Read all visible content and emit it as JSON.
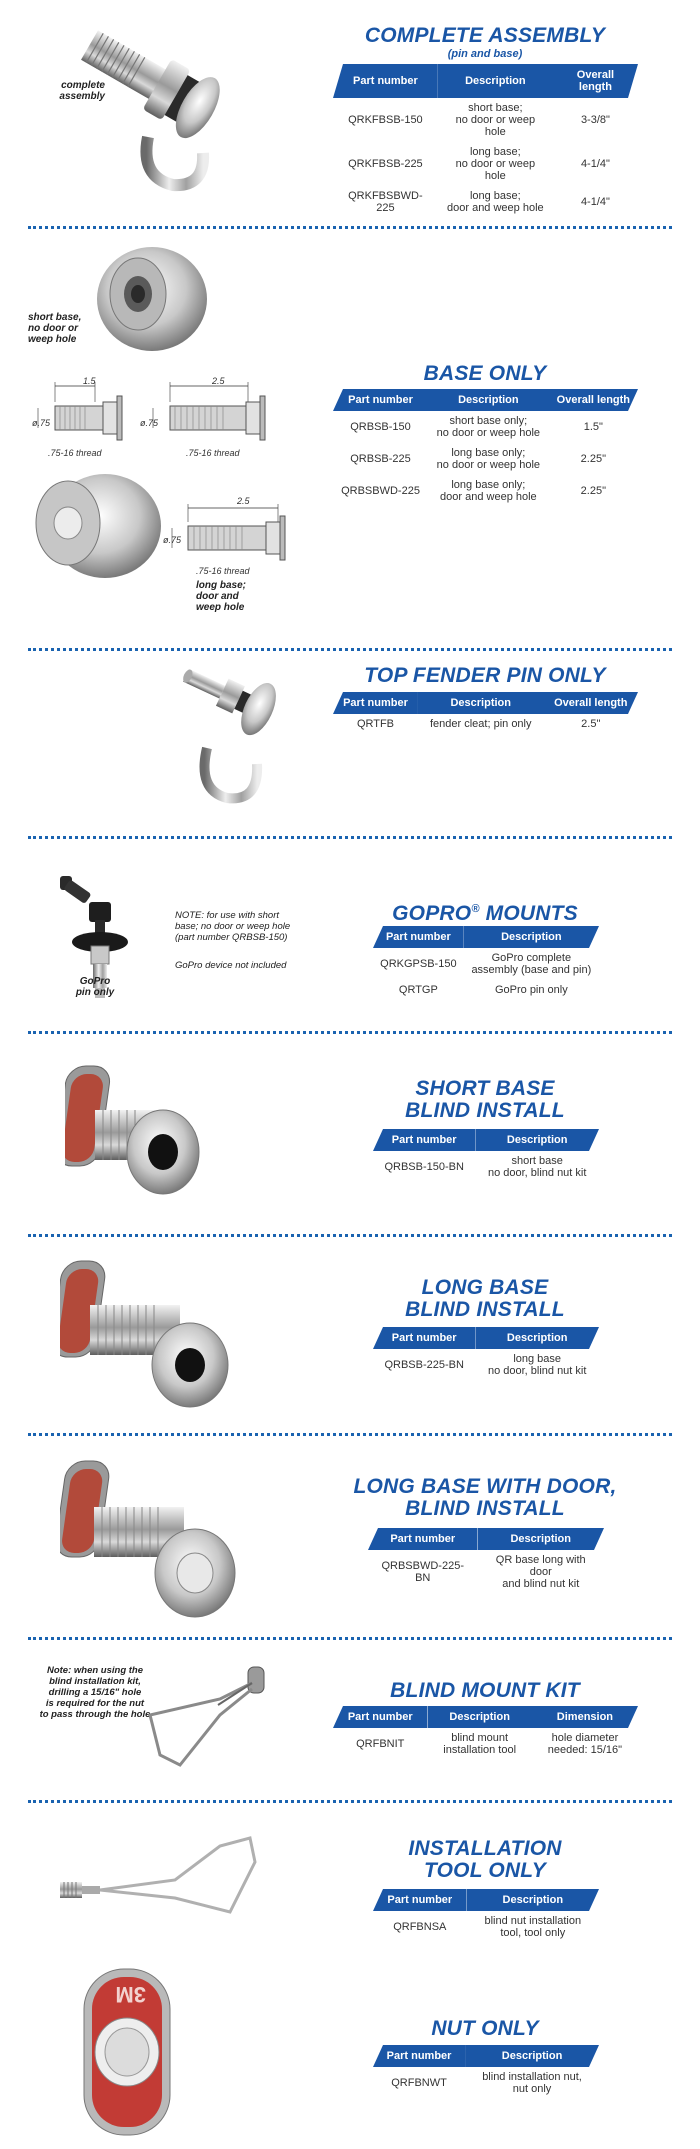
{
  "colors": {
    "accent": "#1a56a6",
    "divider": "#1a63b0"
  },
  "sections": {
    "complete": {
      "title": "COMPLETE ASSEMBLY",
      "subtitle": "(pin and base)",
      "caption": "complete\nassembly",
      "headers": [
        "Part number",
        "Description",
        "Overall length"
      ],
      "rows": [
        [
          "QRKFBSB-150",
          "short base;\nno door or weep hole",
          "3-3/8\""
        ],
        [
          "QRKFBSB-225",
          "long base;\nno door or weep hole",
          "4-1/4\""
        ],
        [
          "QRKFBSBWD-225",
          "long base;\ndoor and weep hole",
          "4-1/4\""
        ]
      ]
    },
    "base": {
      "title": "BASE ONLY",
      "caption_short": "short base,\nno door or\nweep hole",
      "caption_long": "long base;\ndoor and\nweep hole",
      "dims": {
        "len_short": "1.5",
        "len_long": "2.5",
        "dia": "ø.75",
        "thread": ".75-16 thread"
      },
      "headers": [
        "Part number",
        "Description",
        "Overall length"
      ],
      "rows": [
        [
          "QRBSB-150",
          "short base only;\nno door or weep hole",
          "1.5\""
        ],
        [
          "QRBSB-225",
          "long base only;\nno door or weep hole",
          "2.25\""
        ],
        [
          "QRBSBWD-225",
          "long base only;\ndoor and weep hole",
          "2.25\""
        ]
      ]
    },
    "fender": {
      "title": "TOP FENDER PIN ONLY",
      "headers": [
        "Part number",
        "Description",
        "Overall length"
      ],
      "rows": [
        [
          "QRTFB",
          "fender cleat; pin only",
          "2.5\""
        ]
      ]
    },
    "gopro": {
      "title": "GoPro",
      "title_suffix": " MOUNTS",
      "reg": "®",
      "caption": "GoPro\npin only",
      "note": "NOTE: for use with short\nbase; no door or weep hole\n(part number QRBSB-150)",
      "note2": "GoPro device not included",
      "headers": [
        "Part number",
        "Description"
      ],
      "rows": [
        [
          "QRKGPSB-150",
          "GoPro complete\nassembly (base and pin)"
        ],
        [
          "QRTGP",
          "GoPro pin only"
        ]
      ]
    },
    "short_blind": {
      "title": "SHORT BASE\nBLIND INSTALL",
      "headers": [
        "Part number",
        "Description"
      ],
      "rows": [
        [
          "QRBSB-150-BN",
          "short base\nno door, blind nut kit"
        ]
      ]
    },
    "long_blind": {
      "title": "LONG BASE\nBLIND INSTALL",
      "headers": [
        "Part number",
        "Description"
      ],
      "rows": [
        [
          "QRBSB-225-BN",
          "long base\nno door, blind nut kit"
        ]
      ]
    },
    "long_door_blind": {
      "title": "LONG BASE WITH DOOR,\nBLIND INSTALL",
      "headers": [
        "Part number",
        "Description"
      ],
      "rows": [
        [
          "QRBSBWD-225-BN",
          "QR base long with door\nand blind nut kit"
        ]
      ]
    },
    "kit": {
      "title": "BLIND MOUNT KIT",
      "note": "Note: when using the\nblind installation kit,\ndrilling a 15/16\" hole\nis required for the nut\nto pass through the hole",
      "headers": [
        "Part number",
        "Description",
        "Dimension"
      ],
      "rows": [
        [
          "QRFBNIT",
          "blind mount\ninstallation tool",
          "hole diameter\nneeded: 15/16\""
        ]
      ]
    },
    "tool": {
      "title": "INSTALLATION\nTOOL ONLY",
      "headers": [
        "Part number",
        "Description"
      ],
      "rows": [
        [
          "QRFBNSA",
          "blind nut installation\ntool, tool only"
        ]
      ]
    },
    "nut": {
      "title": "NUT ONLY",
      "logo": "3M",
      "headers": [
        "Part number",
        "Description"
      ],
      "rows": [
        [
          "QRFBNWT",
          "blind installation nut,\nnut only"
        ]
      ]
    }
  }
}
